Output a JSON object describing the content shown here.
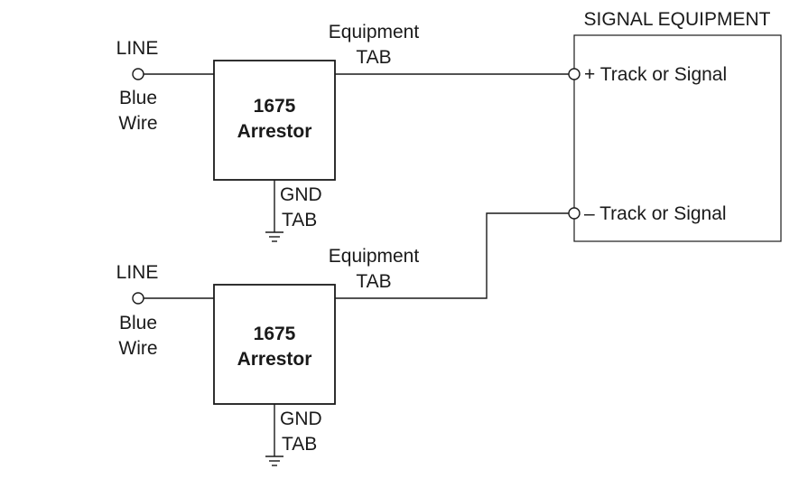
{
  "signal_equipment": {
    "title": "SIGNAL EQUIPMENT",
    "positive_terminal": "+  Track or Signal",
    "negative_terminal": "–  Track or Signal"
  },
  "arrestors": [
    {
      "line_label": "LINE",
      "wire_label_1": "Blue",
      "wire_label_2": "Wire",
      "model": "1675",
      "name": "Arrestor",
      "equipment_tab_1": "Equipment",
      "equipment_tab_2": "TAB",
      "gnd_tab_1": "GND",
      "gnd_tab_2": "TAB"
    },
    {
      "line_label": "LINE",
      "wire_label_1": "Blue",
      "wire_label_2": "Wire",
      "model": "1675",
      "name": "Arrestor",
      "equipment_tab_1": "Equipment",
      "equipment_tab_2": "TAB",
      "gnd_tab_1": "GND",
      "gnd_tab_2": "TAB"
    }
  ]
}
